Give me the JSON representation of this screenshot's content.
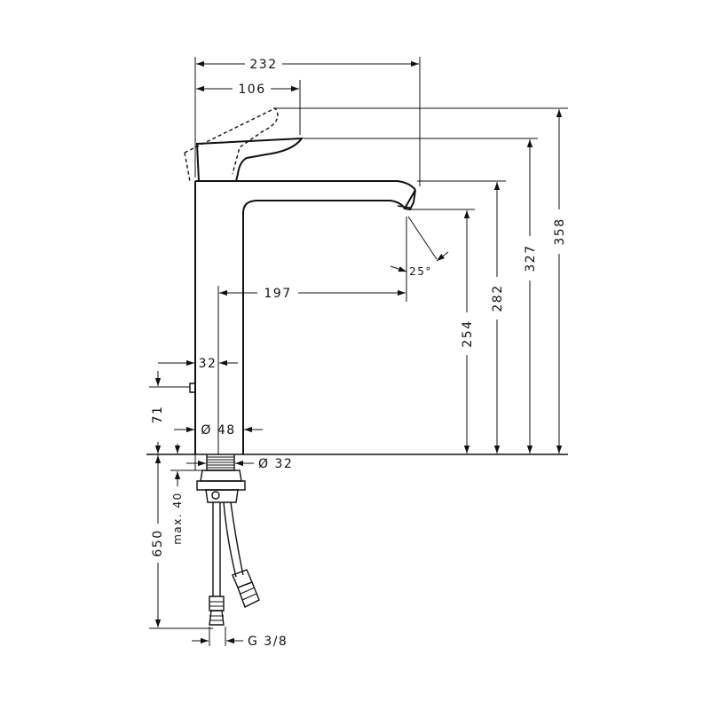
{
  "dimensions": {
    "width_total": "232",
    "width_handle": "106",
    "height_total": "358",
    "height_handle": "327",
    "height_spout": "282",
    "height_outlet": "254",
    "spout_reach": "197",
    "swivel_angle": "25°",
    "body_offset": "32",
    "diameter_body": "Ø 48",
    "height_lever": "71",
    "diameter_tail": "Ø 32",
    "hose_length": "650",
    "max_counter": "max. 40",
    "connection": "G 3/8"
  },
  "colors": {
    "line": "#111111",
    "background": "#ffffff"
  }
}
